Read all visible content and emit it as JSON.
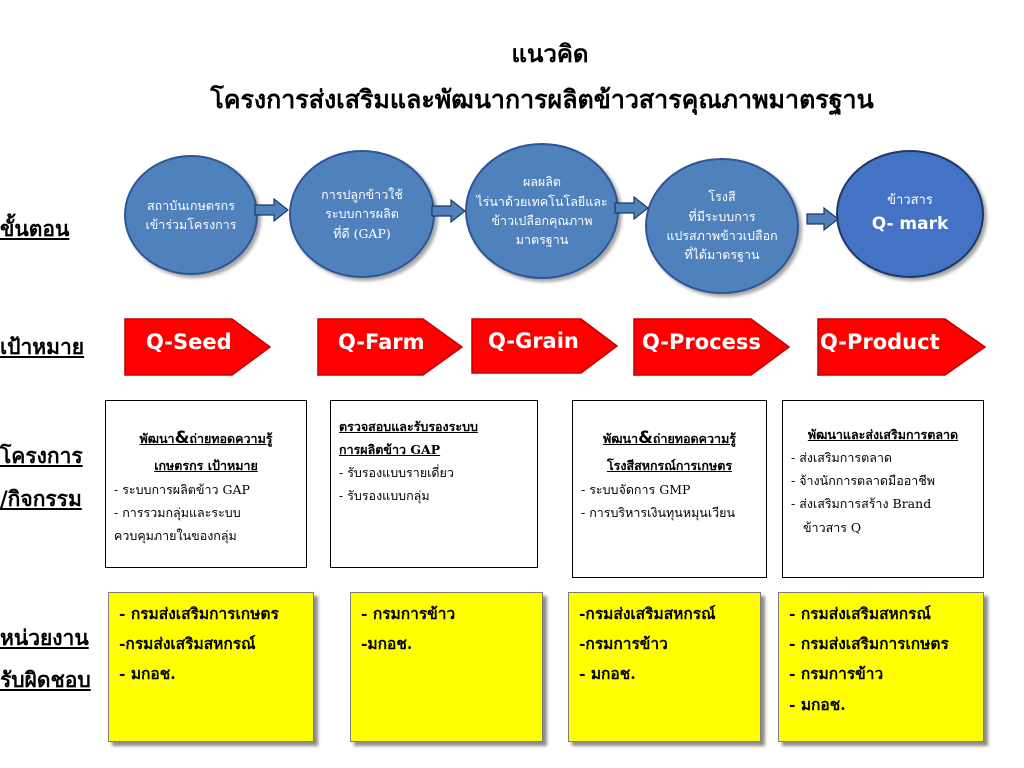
{
  "title": {
    "line1": "แนวคิด",
    "line2": "โครงการส่งเสริมและพัฒนาการผลิตข้าวสารคุณภาพมาตรฐาน"
  },
  "row_labels": {
    "steps": "ขั้นตอน",
    "goals": "เป้าหมาย",
    "projects_line1": "โครงการ",
    "projects_line2": "/กิจกรรม",
    "agencies_line1": "หน่วยงาน",
    "agencies_line2": "รับผิดชอบ"
  },
  "steps": [
    {
      "lines": [
        "สถาบันเกษตรกร",
        "เข้าร่วมโครงการ"
      ]
    },
    {
      "lines": [
        "การปลูกข้าวใช้",
        "ระบบการผลิต",
        "ที่ดี (GAP)"
      ]
    },
    {
      "lines": [
        "ผลผลิต",
        "ไร่นาด้วยเทคโนโลยีและ",
        "ข้าวเปลือกคุณภาพ",
        "มาตรฐาน"
      ]
    },
    {
      "lines": [
        "โรงสี",
        "ที่มีระบบการ",
        "แปรสภาพข้าวเปลือก",
        "ที่ได้มาตรฐาน"
      ]
    },
    {
      "lines": [
        "ข้าวสาร",
        "Q- mark"
      ]
    }
  ],
  "goals": [
    "Q-Seed",
    "Q-Farm",
    "Q-Grain",
    "Q-Process",
    "Q-Product"
  ],
  "projects": [
    {
      "heading1": "พัฒนา",
      "amp": "&",
      "heading2": "ถ่ายทอดความรู้",
      "heading3": "เกษตรกร เป้าหมาย",
      "items": [
        "- ระบบการผลิตข้าว GAP",
        "- การรวมกลุ่มและระบบ",
        "ควบคุมภายในของกลุ่ม"
      ]
    },
    {
      "heading1": "ตรวจสอบและรับรองระบบ",
      "heading2": "การผลิตข้าว GAP",
      "items": [
        "- รับรองแบบรายเดี่ยว",
        "- รับรองแบบกลุ่ม"
      ]
    },
    {
      "heading1": "พัฒนา",
      "amp": "&",
      "heading2": "ถ่ายทอดความรู้",
      "heading3": "โรงสีสหกรณ์การเกษตร",
      "items": [
        "- ระบบจัดการ GMP",
        "- การบริหารเงินทุนหมุนเวียน"
      ]
    },
    {
      "heading1": "พัฒนาและส่งเสริมการตลาด",
      "items": [
        "- ส่งเสริมการตลาด",
        "- จ้างนักการตลาดมืออาชีพ",
        "- ส่งเสริมการสร้าง Brand",
        "ข้าวสาร Q"
      ]
    }
  ],
  "agencies": [
    [
      "- กรมส่งเสริมการเกษตร",
      "-กรมส่งเสริมสหกรณ์",
      "- มกอช."
    ],
    [
      "- กรมการข้าว",
      "-มกอช."
    ],
    [
      "-กรมส่งเสริมสหกรณ์",
      "-กรมการข้าว",
      "- มกอช."
    ],
    [
      "- กรมส่งเสริมสหกรณ์",
      "- กรมส่งเสริมการเกษตร",
      "- กรมการข้าว",
      "- มกอช."
    ]
  ],
  "colors": {
    "circle": "#4f81bd",
    "goal": "#ff0000",
    "agency": "#ffff00"
  }
}
